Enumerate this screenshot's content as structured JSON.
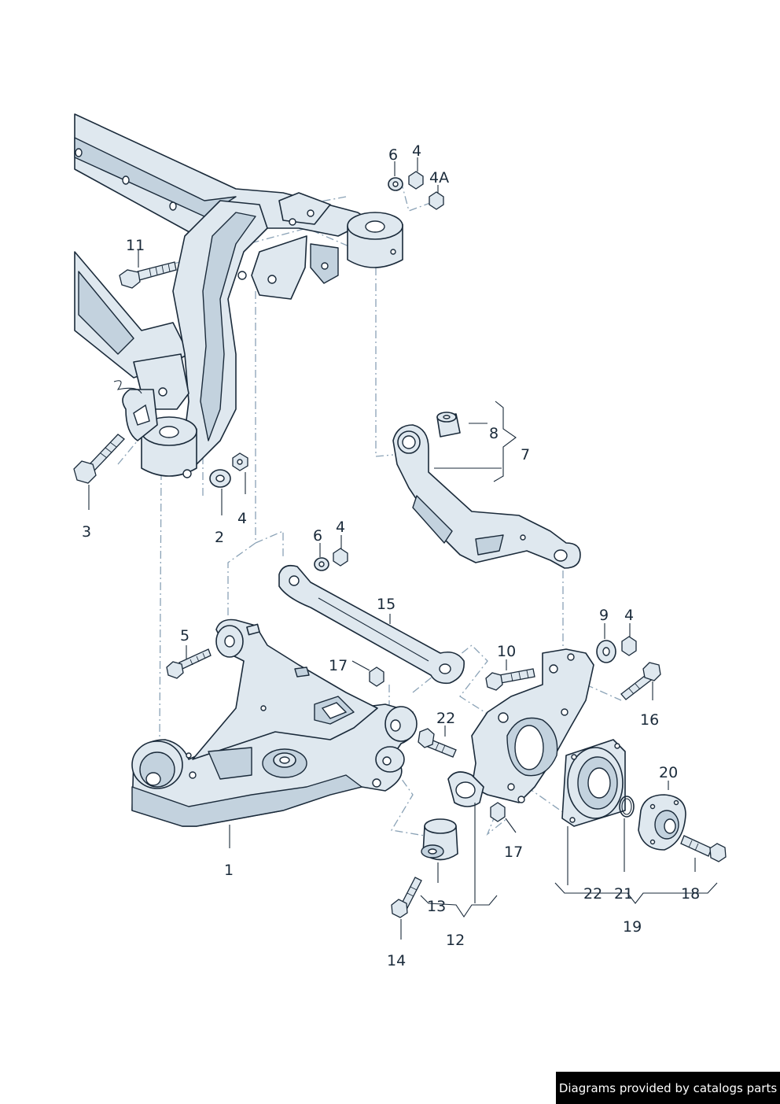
{
  "callouts": {
    "c1": "1",
    "c2": "2",
    "c3": "3",
    "c4a": "4",
    "c4b": "4",
    "c4c": "4",
    "c4d": "4",
    "c4A": "4A",
    "c5": "5",
    "c6a": "6",
    "c6b": "6",
    "c7": "7",
    "c8": "8",
    "c9": "9",
    "c10": "10",
    "c11": "11",
    "c12": "12",
    "c13": "13",
    "c14": "14",
    "c15": "15",
    "c16": "16",
    "c17a": "17",
    "c17b": "17",
    "c18": "18",
    "c19": "19",
    "c20": "20",
    "c21": "21",
    "c22a": "22",
    "c22b": "22"
  },
  "footer": {
    "text": "Diagrams provided by catalogs parts"
  },
  "colors": {
    "part_fill": "#dfe8ef",
    "line": "#1a2a3a",
    "dash": "#8aa2b6",
    "footer_bg": "#000000"
  }
}
